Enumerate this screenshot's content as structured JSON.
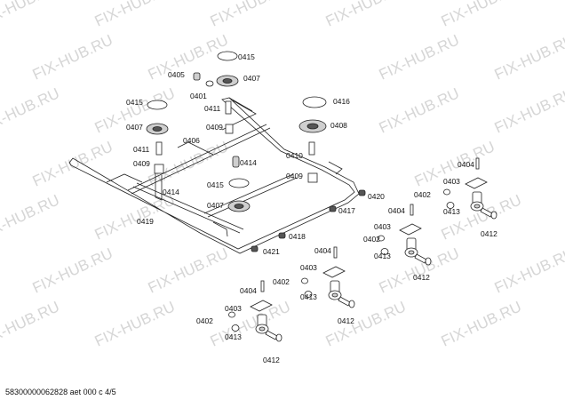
{
  "watermark": "FIX-HUB.RU",
  "labels": [
    "0415",
    "0405",
    "0401",
    "0407",
    "0415",
    "0411",
    "0407",
    "0409",
    "0406",
    "0411",
    "0409",
    "0414",
    "0414",
    "0416",
    "0408",
    "0410",
    "0409",
    "0420",
    "0415",
    "0407",
    "0417",
    "0419",
    "0418",
    "0421",
    "0404",
    "0403",
    "0402",
    "0413",
    "0412",
    "0404",
    "0402",
    "0403",
    "0413",
    "0412",
    "0404",
    "0402",
    "0403",
    "0413",
    "0412",
    "0404",
    "0402",
    "0403",
    "0413",
    "0412"
  ],
  "footer": "58300000062828 aet 000 c 4/5"
}
